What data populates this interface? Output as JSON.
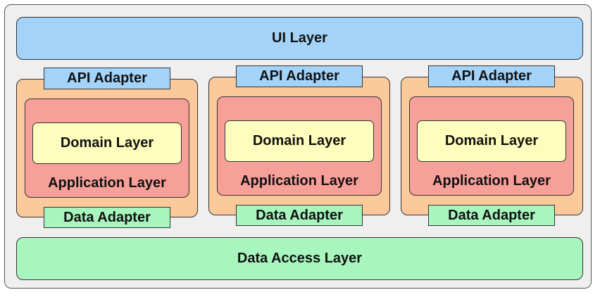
{
  "diagram": {
    "ui_layer": "UI Layer",
    "data_access_layer": "Data Access Layer",
    "services": [
      {
        "api_adapter": "API Adapter",
        "domain_layer": "Domain Layer",
        "application_layer": "Application Layer",
        "data_adapter": "Data Adapter"
      },
      {
        "api_adapter": "API Adapter",
        "domain_layer": "Domain Layer",
        "application_layer": "Application Layer",
        "data_adapter": "Data Adapter"
      },
      {
        "api_adapter": "API Adapter",
        "domain_layer": "Domain Layer",
        "application_layer": "Application Layer",
        "data_adapter": "Data Adapter"
      }
    ],
    "colors": {
      "ui_layer": "#a4d3fa",
      "api_adapter": "#a4d3fa",
      "service_container": "#fcc99b",
      "application_layer": "#f7a09a",
      "domain_layer": "#fdfdbd",
      "data_adapter": "#a8f5be",
      "data_access_layer": "#a8f5be",
      "background": "#efefef"
    }
  }
}
